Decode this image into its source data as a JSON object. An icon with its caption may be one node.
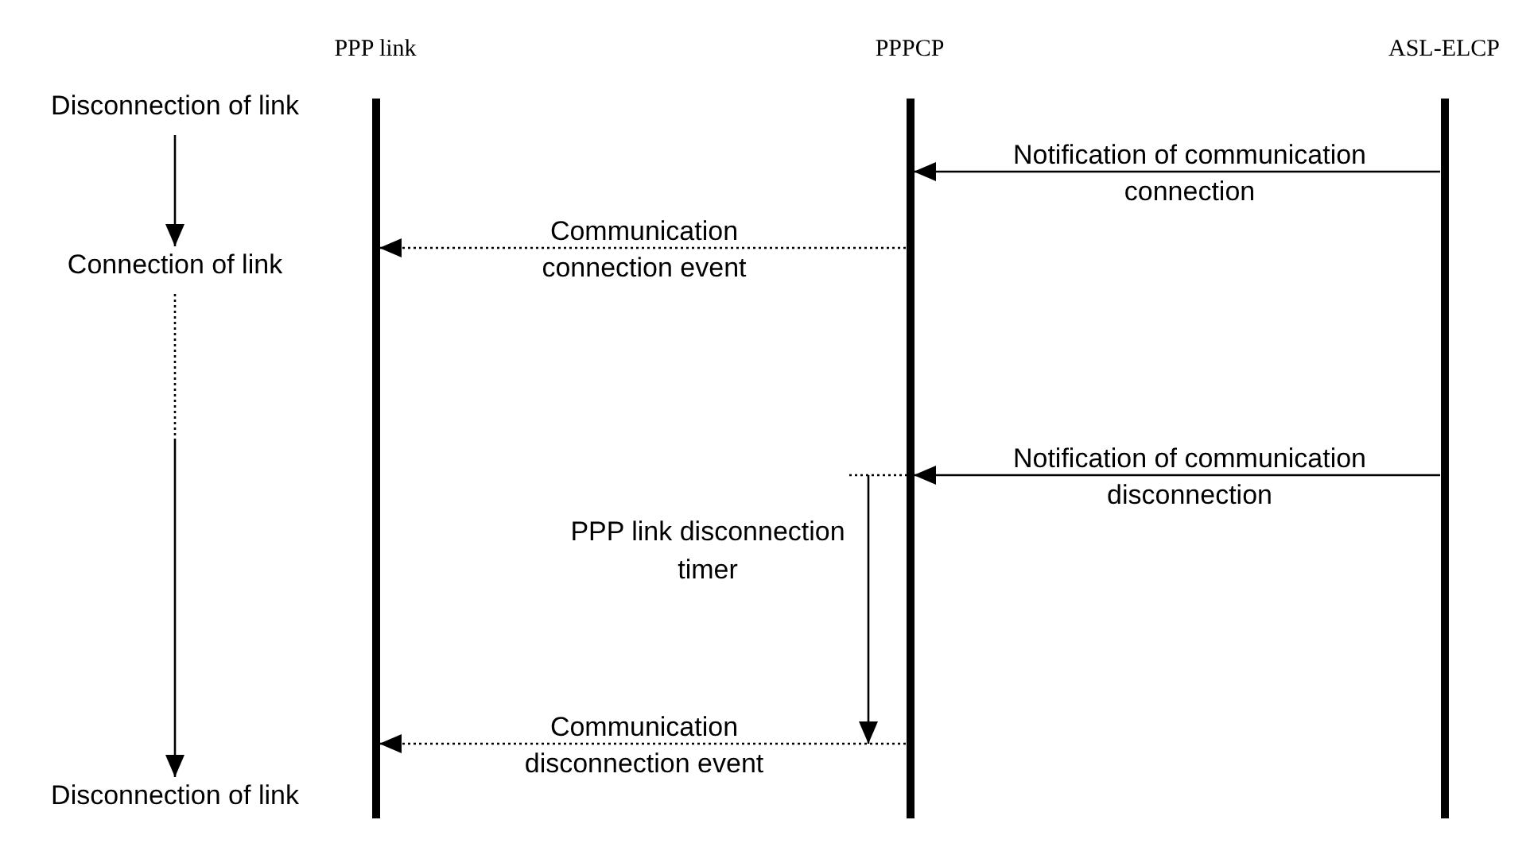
{
  "diagram": {
    "nodes": [
      {
        "text": [
          "PPP link"
        ]
      },
      {
        "text": [
          "PPPCP"
        ]
      },
      {
        "text": [
          "ASL-ELCP"
        ]
      },
      {
        "text": [
          "Disconnection of link"
        ]
      },
      {
        "text": [
          "Connection of link"
        ]
      },
      {
        "text": [
          "Disconnection of link"
        ]
      }
    ],
    "edges": [
      {
        "from": 2,
        "to": 1,
        "arrow": "to",
        "label": "Notification of communication connection"
      },
      {
        "from": 1,
        "to": 0,
        "arrow": "to",
        "label": "Communication connection event",
        "style": "dashed"
      },
      {
        "from": 3,
        "to": 4,
        "arrow": "to"
      },
      {
        "from": 4,
        "to": 5,
        "arrow": "to"
      },
      {
        "from": 2,
        "to": 1,
        "arrow": "to",
        "label": "Notification of communication disconnection"
      },
      {
        "from": 1,
        "to": 0,
        "arrow": "to",
        "label": "Communication disconnection event",
        "style": "dashed"
      }
    ],
    "labels": [
      "PPP link disconnection timer"
    ]
  }
}
